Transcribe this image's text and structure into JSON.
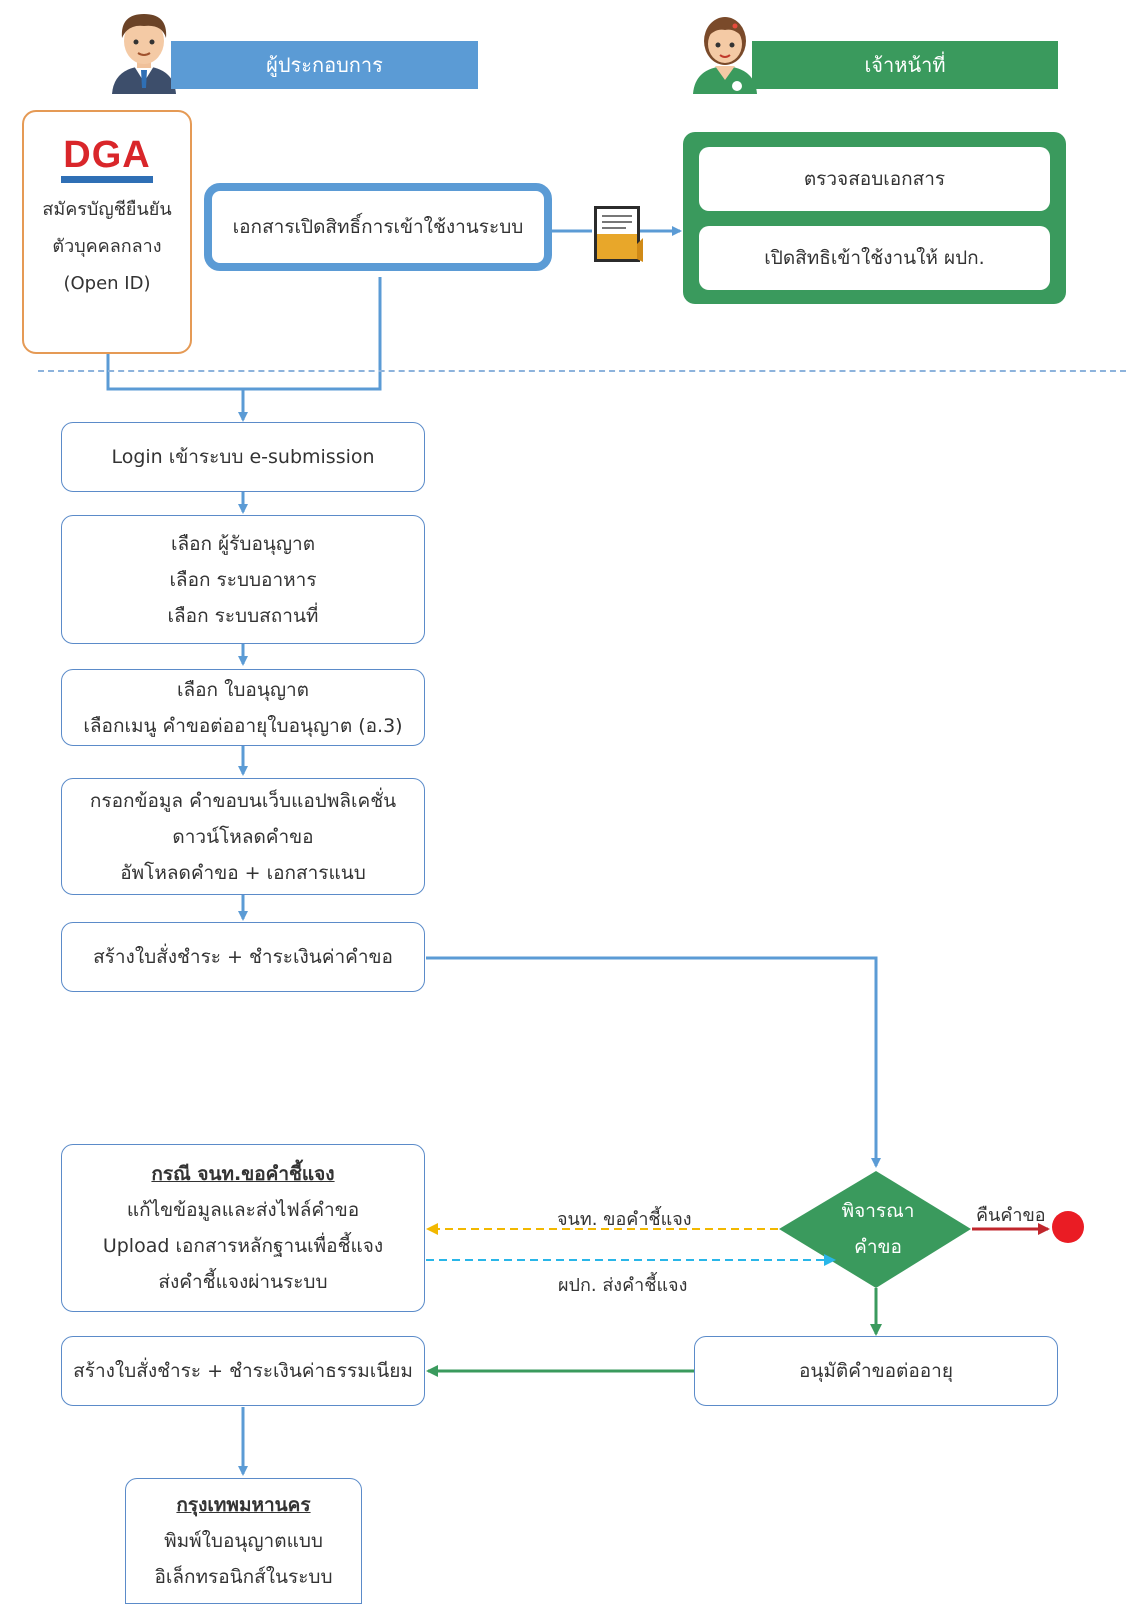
{
  "roles": {
    "operator": "ผู้ประกอบการ",
    "officer": "เจ้าหน้าที่"
  },
  "openid": {
    "logo": "DGA",
    "lines": [
      "สมัครบัญชียืนยัน",
      "ตัวบุคคลกลาง",
      "(Open ID)"
    ]
  },
  "access_doc": "เอกสารเปิดสิทธิ์การเข้าใช้งานระบบ",
  "officer_tasks": [
    "ตรวจสอบเอกสาร",
    "เปิดสิทธิเข้าใช้งานให้ ผปก."
  ],
  "steps": {
    "login": [
      "Login เข้าระบบ e-submission"
    ],
    "select": [
      "เลือก ผู้รับอนุญาต",
      "เลือก ระบบอาหาร",
      "เลือก ระบบสถานที่"
    ],
    "license": [
      "เลือก ใบอนุญาต",
      "เลือกเมนู คำขอต่ออายุใบอนุญาต (อ.3)"
    ],
    "fill": [
      "กรอกข้อมูล คำขอบนเว็บแอปพลิเคชั่น",
      "ดาวน์โหลดคำขอ",
      "อัพโหลดคำขอ + เอกสารแนบ"
    ],
    "pay_request": [
      "สร้างใบสั่งชำระ + ชำระเงินค่าคำขอ"
    ],
    "clarify": {
      "title": "กรณี จนท.ขอคำชี้แจง",
      "lines": [
        "แก้ไขข้อมูลและส่งไฟล์คำขอ",
        "Upload เอกสารหลักฐานเพื่อชี้แจง",
        "ส่งคำชี้แจงผ่านระบบ"
      ]
    },
    "pay_fee": [
      "สร้างใบสั่งชำระ + ชำระเงินค่าธรรมเนียม"
    ],
    "approve": [
      "อนุมัติคำขอต่ออายุ"
    ],
    "print": {
      "title": "กรุงเทพมหานคร",
      "lines": [
        "พิมพ์ใบอนุญาตแบบ",
        "อิเล็กทรอนิกส์ในระบบ"
      ]
    }
  },
  "decision": [
    "พิจารณา",
    "คำขอ"
  ],
  "labels": {
    "officer_request": "จนท. ขอคำชี้แจง",
    "operator_send": "ผปก. ส่งคำชี้แจง",
    "return": "คืนคำขอ"
  },
  "colors": {
    "blue": "#5b9bd5",
    "green": "#3a9a5d",
    "orange_border": "#e59a55",
    "dashed_yellow": "#f2b800",
    "dashed_cyan": "#29b6e8",
    "red": "#ea1c24"
  }
}
